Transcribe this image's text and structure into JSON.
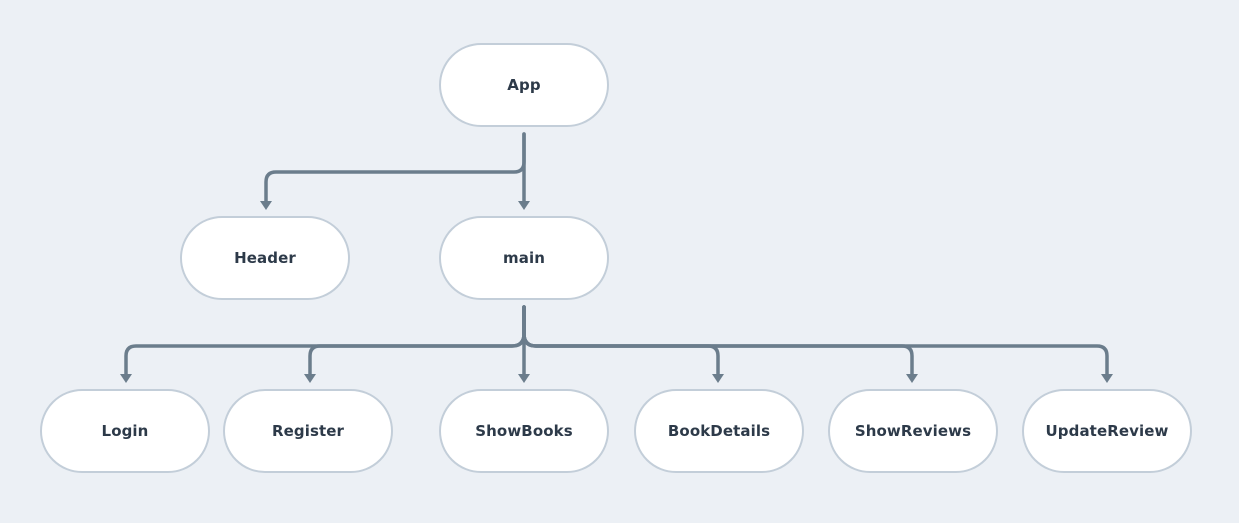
{
  "diagram": {
    "nodes": {
      "app": "App",
      "header": "Header",
      "main": "main",
      "login": "Login",
      "register": "Register",
      "showbooks": "ShowBooks",
      "bookdetails": "BookDetails",
      "showreviews": "ShowReviews",
      "updatereview": "UpdateReview"
    },
    "edges": [
      [
        "App",
        "Header"
      ],
      [
        "App",
        "main"
      ],
      [
        "main",
        "Login"
      ],
      [
        "main",
        "Register"
      ],
      [
        "main",
        "ShowBooks"
      ],
      [
        "main",
        "BookDetails"
      ],
      [
        "main",
        "ShowReviews"
      ],
      [
        "main",
        "UpdateReview"
      ]
    ],
    "colors": {
      "background": "#ecf0f5",
      "node_fill": "#ffffff",
      "node_border": "#c3ced9",
      "connector": "#6b7d8c",
      "text": "#2d3a49"
    }
  }
}
